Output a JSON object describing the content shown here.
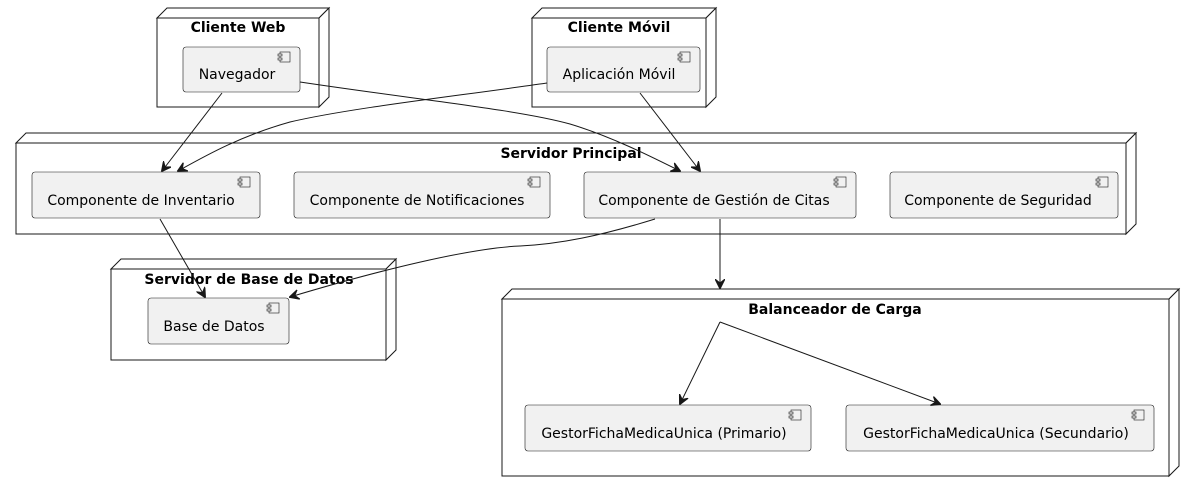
{
  "nodes": {
    "cliente_web": {
      "title": "Cliente Web"
    },
    "cliente_movil": {
      "title": "Cliente Móvil"
    },
    "servidor_principal": {
      "title": "Servidor Principal"
    },
    "servidor_bd": {
      "title": "Servidor de Base de Datos"
    },
    "balanceador": {
      "title": "Balanceador de Carga"
    }
  },
  "components": {
    "navegador": "Navegador",
    "app_movil": "Aplicación Móvil",
    "inventario": "Componente de Inventario",
    "notificaciones": "Componente de Notificaciones",
    "citas": "Componente de Gestión de Citas",
    "seguridad": "Componente de Seguridad",
    "base_datos": "Base de Datos",
    "gestor_primario": "GestorFichaMedicaUnica (Primario)",
    "gestor_secundario": "GestorFichaMedicaUnica (Secundario)"
  },
  "colors": {
    "line": "#181818",
    "component_fill": "#f1f1f1",
    "node_fill": "#ffffff"
  }
}
